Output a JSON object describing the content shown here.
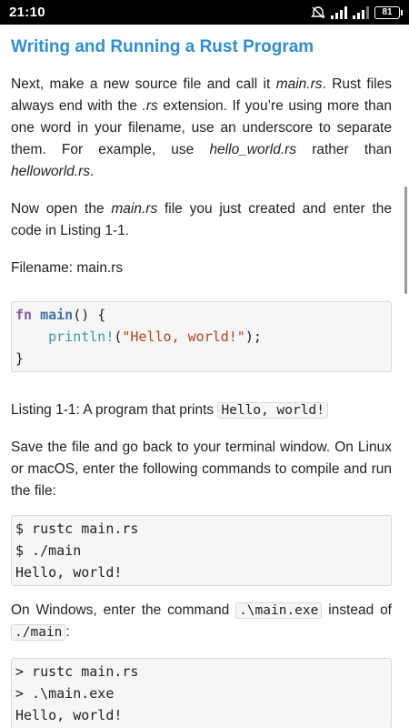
{
  "status": {
    "time": "21:10",
    "battery": "81"
  },
  "article": {
    "title": "Writing and Running a Rust Program",
    "p1": {
      "t1": "Next, make a new source file and call it ",
      "e1": "main.rs",
      "t2": ". Rust files always end with the ",
      "e2": ".rs",
      "t3": " extension. If you’re using more than one word in your filename, use an underscore to separate them. For example, use ",
      "e3": "hello_world.rs",
      "t4": " rather than ",
      "e4": "helloworld.rs",
      "t5": "."
    },
    "p2": {
      "t1": "Now open the ",
      "e1": "main.rs",
      "t2": " file you just created and enter the code in Listing 1-1."
    },
    "filename": "Filename: main.rs",
    "listing_code": {
      "kw_fn": "fn",
      "fn_name": "main",
      "sig_rest": "() {",
      "indent": "    ",
      "macro": "println!",
      "paren_open": "(",
      "string": "\"Hello, world!\"",
      "paren_close": ");",
      "close": "}"
    },
    "caption": {
      "text": "Listing 1-1: A program that prints ",
      "code": "Hello, world!"
    },
    "p3": "Save the file and go back to your terminal window. On Linux or macOS, enter the following commands to compile and run the file:",
    "unix_cmds": {
      "l1": "$ rustc main.rs",
      "l2": "$ ./main",
      "l3": "Hello, world!"
    },
    "p4": {
      "t1": "On Windows, enter the command ",
      "c1": ".\\main.exe",
      "t2": " instead of ",
      "c2": "./main",
      "t3": ":"
    },
    "win_cmds": {
      "l1": "> rustc main.rs",
      "l2": "> .\\main.exe",
      "l3": "Hello, world!"
    }
  },
  "colors": {
    "title": "#2f8fd0",
    "code_bg": "#f6f6f6",
    "status_bg": "#000000"
  }
}
